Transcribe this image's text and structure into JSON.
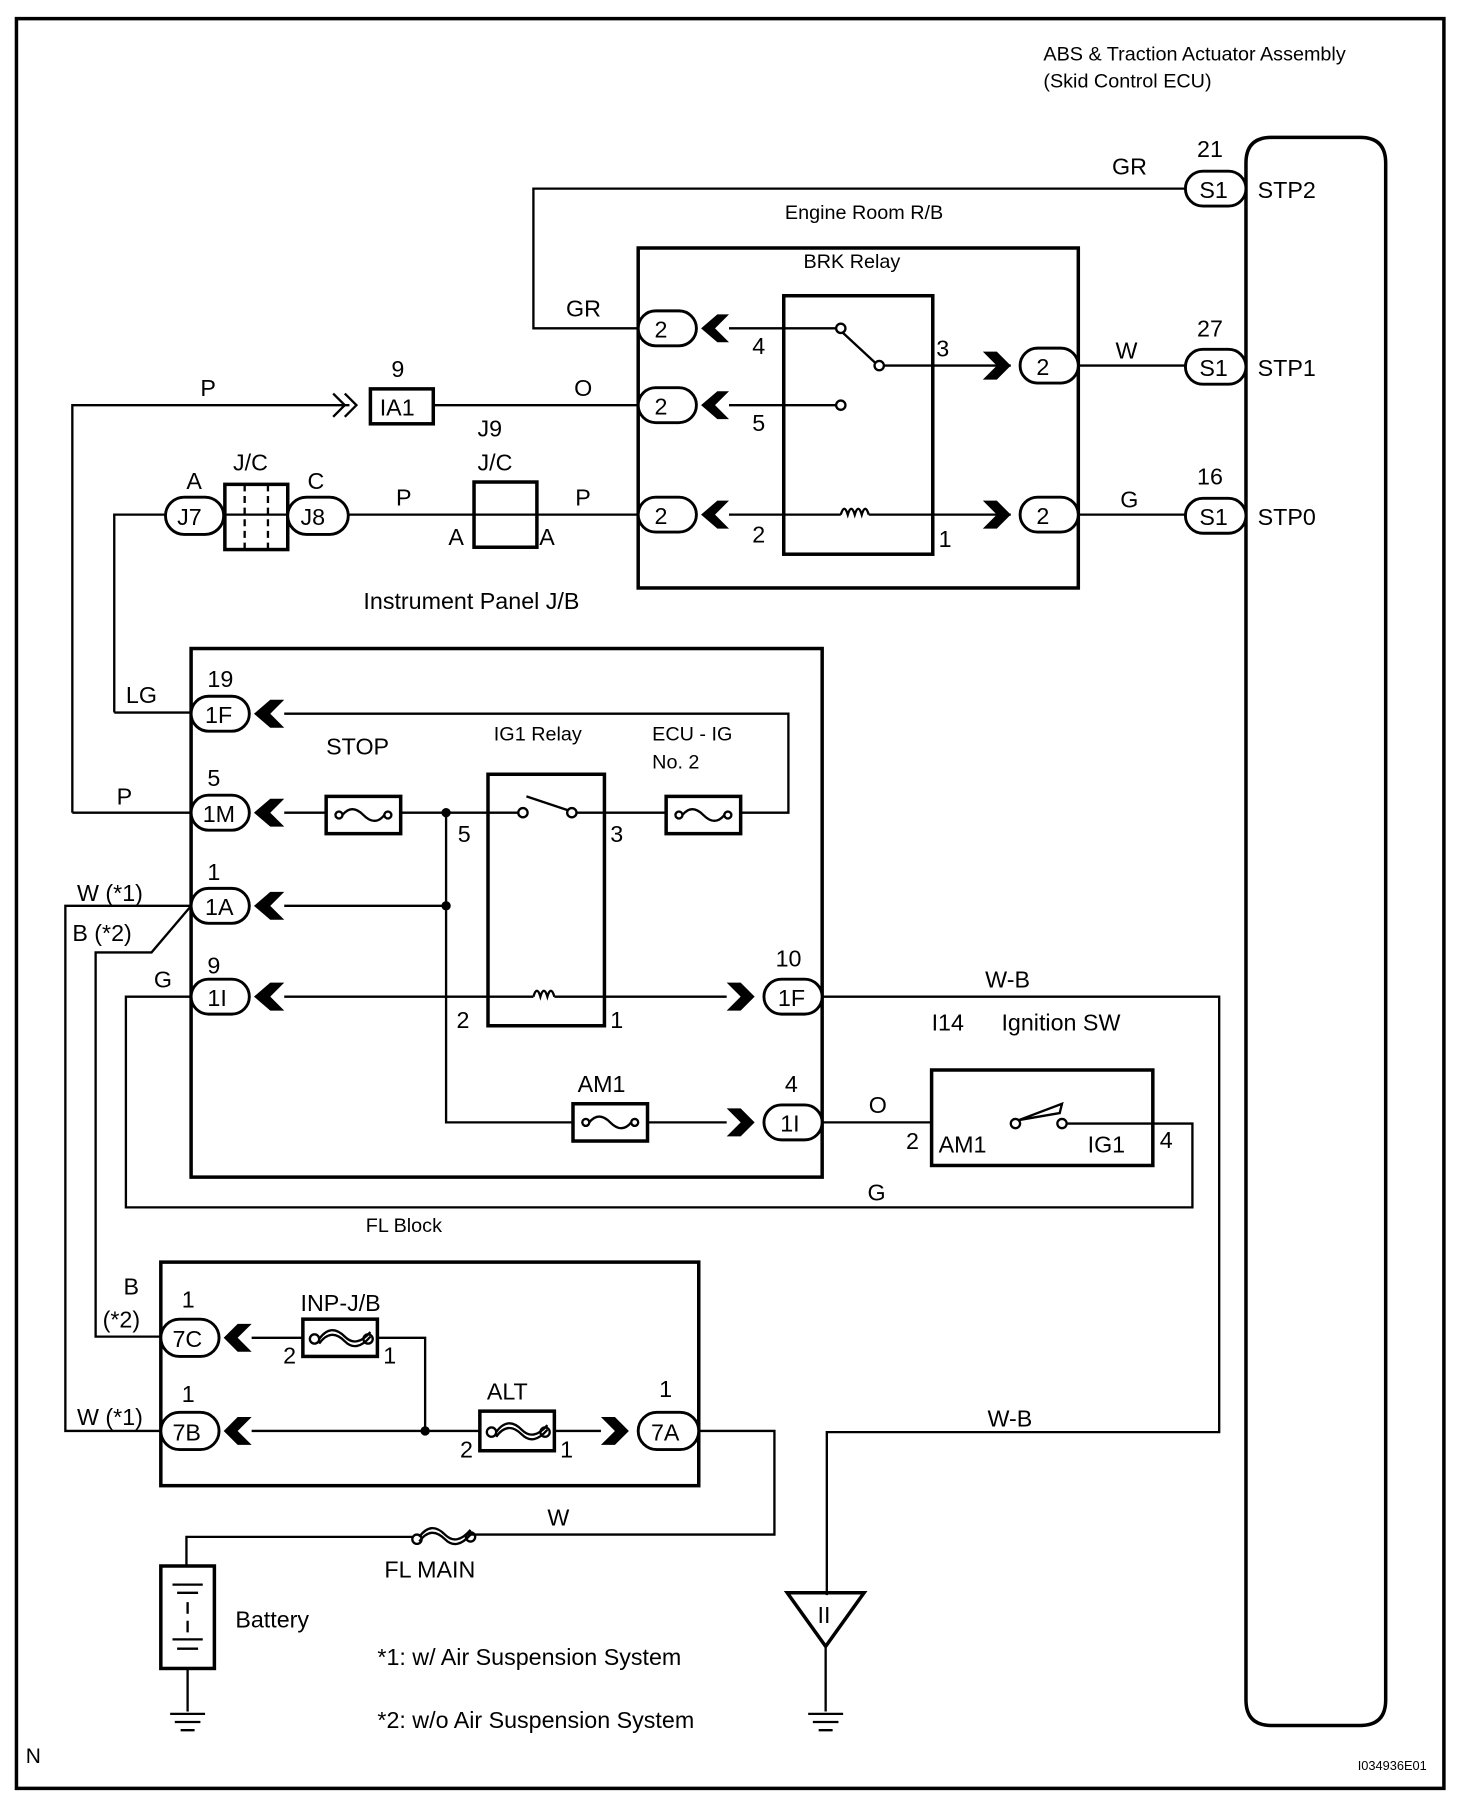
{
  "diagram": {
    "title_line1": "ABS & Traction Actuator Assembly",
    "title_line2": "(Skid Control ECU)",
    "figure_id": "I034936E01",
    "corner_mark": "N",
    "ecu_terminals": [
      {
        "pin": "21",
        "connector": "S1",
        "name": "STP2",
        "wire": "GR"
      },
      {
        "pin": "27",
        "connector": "S1",
        "name": "STP1",
        "wire": "W"
      },
      {
        "pin": "16",
        "connector": "S1",
        "name": "STP0",
        "wire": "G"
      }
    ],
    "engine_room_rb": {
      "label": "Engine Room R/B",
      "relay_label": "BRK Relay",
      "left_connectors": [
        "2",
        "2",
        "2"
      ],
      "right_connectors": [
        "2",
        "2"
      ],
      "relay_pins": {
        "p4": "4",
        "p5": "5",
        "p2": "2",
        "p3": "3",
        "p1": "1"
      },
      "wire_gr": "GR",
      "wire_o": "O"
    },
    "ia1": {
      "pin": "9",
      "connector": "IA1",
      "wire_p": "P"
    },
    "jc_left": {
      "label": "J/C",
      "left_connector": "J7",
      "left_pin": "A",
      "right_connector": "J8",
      "right_pin": "C"
    },
    "jc_j9": {
      "id": "J9",
      "label": "J/C",
      "left_pin": "A",
      "right_pin": "A",
      "wire_left": "P",
      "wire_right": "P"
    },
    "instrument_panel_jb": "Instrument Panel J/B",
    "fl_block": {
      "label": "FL Block",
      "stop_label": "STOP",
      "ig1_relay_label": "IG1 Relay",
      "ecu_ig_line1": "ECU - IG",
      "ecu_ig_line2": "No. 2",
      "am1_label": "AM1",
      "connectors": [
        {
          "pin": "19",
          "connector": "1F",
          "wire": "LG"
        },
        {
          "pin": "5",
          "connector": "1M",
          "wire": "P"
        },
        {
          "pin": "1",
          "connector": "1A",
          "wire": "W (*1)",
          "wire2": "B (*2)"
        },
        {
          "pin": "9",
          "connector": "1I",
          "wire": "G"
        },
        {
          "pin": "10",
          "connector": "1F",
          "wire": "W-B"
        },
        {
          "pin": "4",
          "connector": "1I",
          "wire": "O"
        }
      ],
      "relay_pins": {
        "p5": "5",
        "p3": "3",
        "p2": "2",
        "p1": "1"
      }
    },
    "ignition_sw": {
      "id": "I14",
      "label": "Ignition SW",
      "am1": "AM1",
      "ig1": "IG1",
      "pin_left": "2",
      "pin_right": "4",
      "wire_g": "G"
    },
    "lower_block": {
      "inp_jb": "INP-J/B",
      "alt": "ALT",
      "inp_pin_left": "2",
      "inp_pin_right": "1",
      "alt_pin_left": "2",
      "alt_pin_right": "1",
      "connectors": [
        {
          "pin": "1",
          "connector": "7C",
          "wire": "B",
          "wire2": "(*2)"
        },
        {
          "pin": "1",
          "connector": "7B",
          "wire": "W (*1)"
        },
        {
          "pin": "1",
          "connector": "7A"
        }
      ]
    },
    "fl_main": "FL MAIN",
    "wire_w": "W",
    "wire_wb_lower": "W-B",
    "battery": "Battery",
    "ground_mark": "II",
    "notes": [
      "*1: w/ Air Suspension System",
      "*2: w/o Air Suspension System"
    ]
  }
}
